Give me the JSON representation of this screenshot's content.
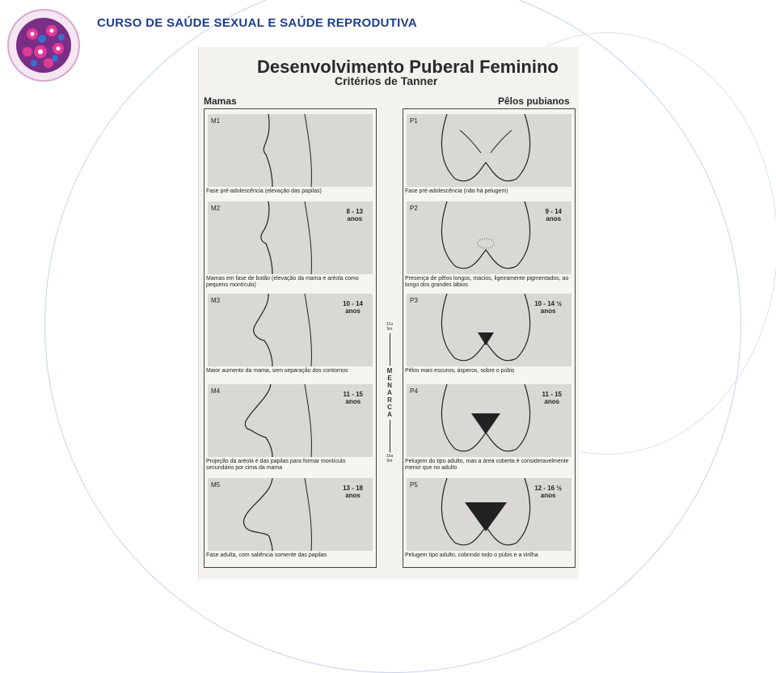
{
  "header": {
    "course_title": "CURSO DE SAÚDE SEXUAL E SAÚDE REPRODUTIVA"
  },
  "sheet": {
    "title": "Desenvolvimento Puberal Feminino",
    "subtitle": "Critérios de Tanner",
    "breasts": {
      "heading": "Mamas",
      "stages": [
        {
          "code": "M1",
          "age_top": "",
          "age_bottom": "",
          "caption": "Fase pré-adolescência (elevação das papilas)"
        },
        {
          "code": "M2",
          "age_top": "8 - 13",
          "age_bottom": "anos",
          "caption": "Mamas em fase de botão (elevação da mama e aréola como pequeno montículo)"
        },
        {
          "code": "M3",
          "age_top": "10 - 14",
          "age_bottom": "anos",
          "caption": "Maior aumento da mama, sem separação dos contornos"
        },
        {
          "code": "M4",
          "age_top": "11 - 15",
          "age_bottom": "anos",
          "caption": "Projeção da aréola e das papilas para formar montículo secundário por cima da mama"
        },
        {
          "code": "M5",
          "age_top": "13 - 18",
          "age_bottom": "anos",
          "caption": "Fase adulta, com saliência somente das papilas"
        }
      ]
    },
    "pubic": {
      "heading": "Pêlos pubianos",
      "stages": [
        {
          "code": "P1",
          "age_top": "",
          "age_bottom": "",
          "caption": "Fase pré-adolescência (não há pelugem)"
        },
        {
          "code": "P2",
          "age_top": "9 - 14",
          "age_bottom": "anos",
          "caption": "Presença de pêlos longos, macios, ligeiramente pigmentados, ao longo dos grandes lábios"
        },
        {
          "code": "P3",
          "age_top": "10 - 14 ½",
          "age_bottom": "anos",
          "caption": "Pêlos mais escuros, ásperos, sobre o púbis"
        },
        {
          "code": "P4",
          "age_top": "11 - 15",
          "age_bottom": "anos",
          "caption": "Pelugem do tipo adulto, mas a área coberta é consideravelmente menor que no adulto"
        },
        {
          "code": "P5",
          "age_top": "12 - 16 ½",
          "age_bottom": "anos",
          "caption": "Pelugem tipo adulto, cobrindo todo o púbis e a virilha"
        }
      ]
    },
    "menarca": {
      "word": "MENARCA",
      "range_top": "11a 5m",
      "range_bottom": "15a 6m"
    }
  }
}
